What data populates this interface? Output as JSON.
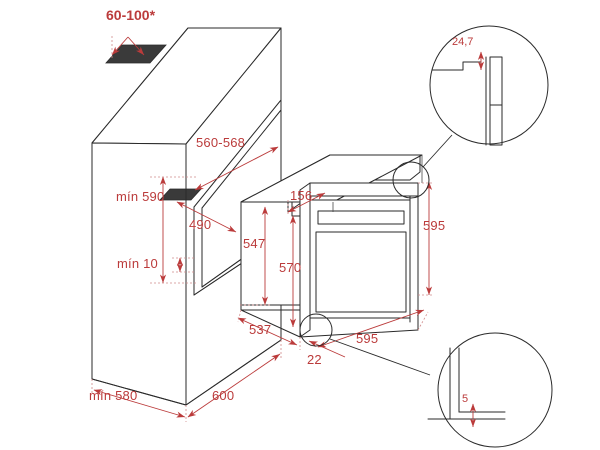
{
  "drawing": {
    "title": "Built-in oven installation dimensions",
    "units": "mm",
    "colors": {
      "dimension": "#bb3b3b",
      "outline": "#2a2a2a",
      "vent": "#3a3a3a",
      "background": "#ffffff"
    }
  },
  "cabinet": {
    "name": "kitchen-tall-cabinet",
    "dimensions": {
      "vent_gap_top": "60-100*",
      "niche_width": "560-568",
      "niche_height_min": "mín 590",
      "niche_depth": "490",
      "gap_min_bottom": "mín 10",
      "cabinet_depth_min": "mín 580",
      "cabinet_width": "600"
    }
  },
  "oven": {
    "name": "built-in-oven",
    "dimensions": {
      "top_offset": "156",
      "body_height": "547",
      "door_height": "570",
      "body_depth": "537",
      "front_height": "595",
      "front_width": "595",
      "door_protrusion": "22"
    }
  },
  "details": {
    "top_right": {
      "name": "detail-top-trim",
      "value": "24,7"
    },
    "bottom_right": {
      "name": "detail-bottom-gap",
      "value": "5"
    }
  },
  "labels": {
    "vent_gap": "60-100*",
    "niche_width": "560-568",
    "niche_height": "mín 590",
    "niche_depth": "490",
    "bottom_gap": "mín 10",
    "cabinet_depth": "mín 580",
    "cabinet_width": "600",
    "oven_top_offset": "156",
    "oven_body_height": "547",
    "oven_door_height": "570",
    "oven_body_depth": "537",
    "oven_front_height": "595",
    "oven_front_width": "595",
    "oven_protrusion": "22",
    "detail_top": "24,7",
    "detail_bottom": "5"
  }
}
